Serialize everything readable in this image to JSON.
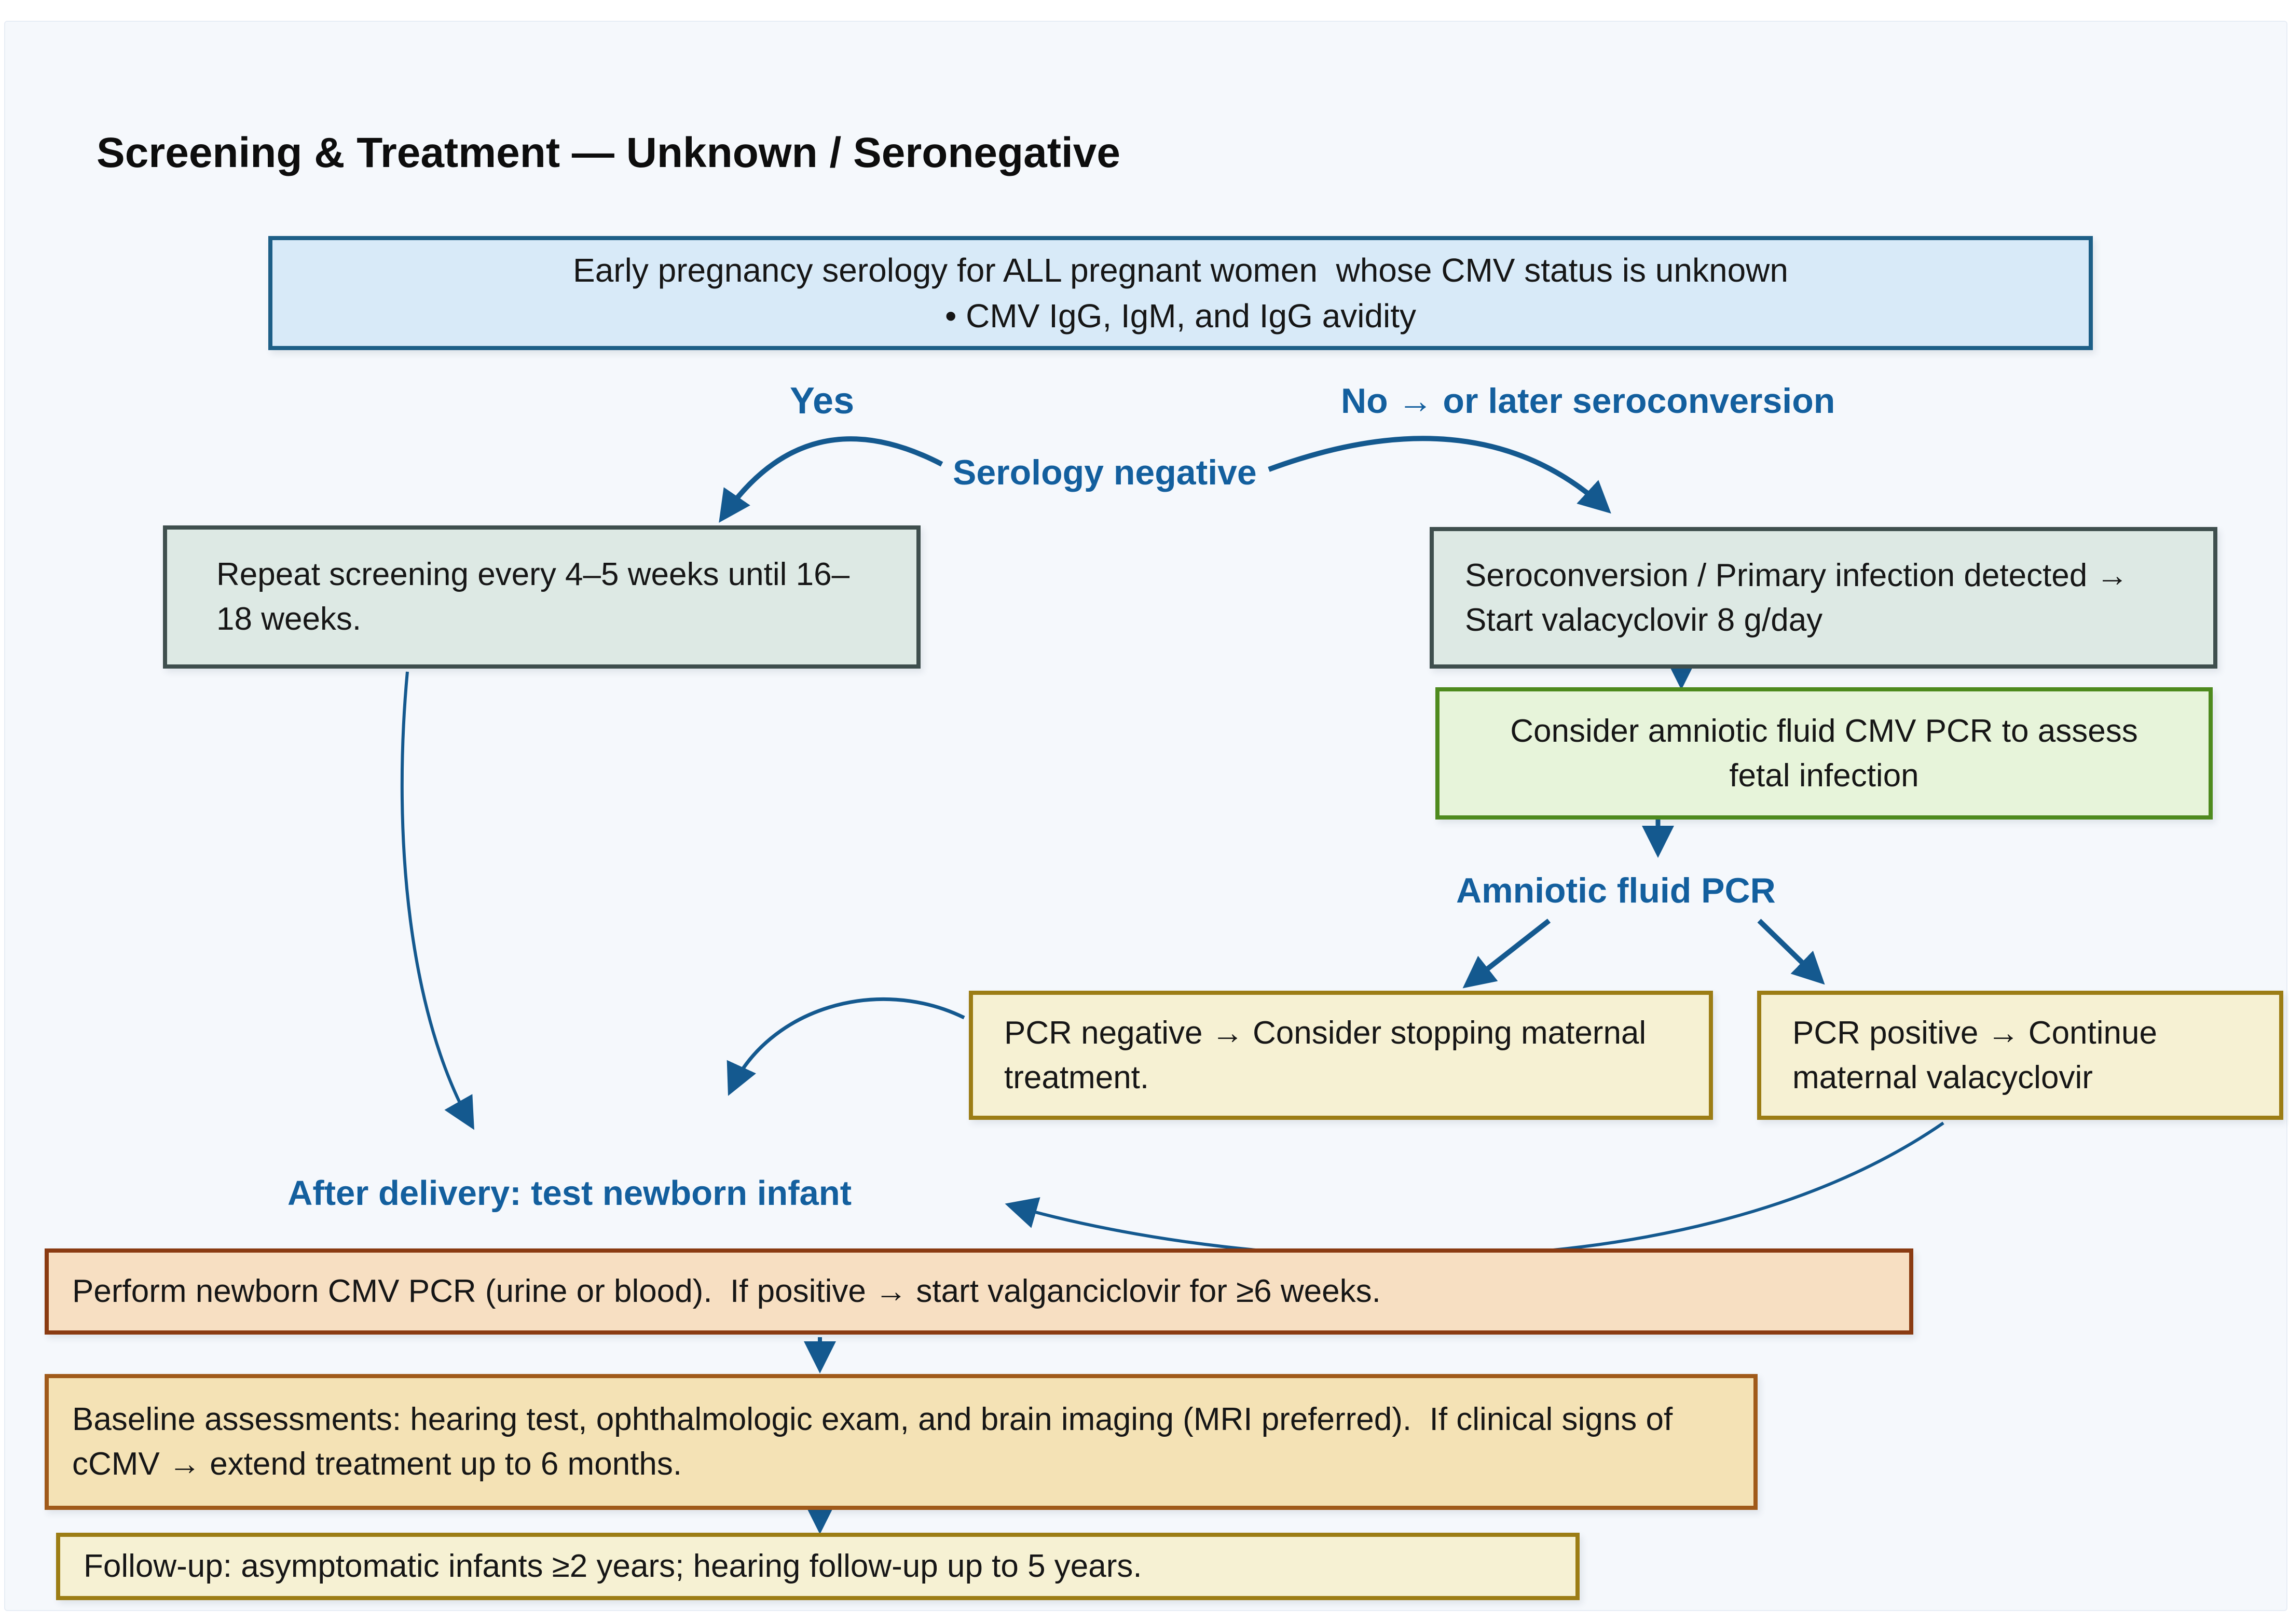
{
  "title": "Screening & Treatment — Unknown / Seronegative",
  "palette": {
    "canvas_bg": "#f5f8fc",
    "arrow_blue": "#14598f",
    "label_blue": "#135f9e",
    "serology_box_fill": "#d8eaf8",
    "serology_box_border": "#1d5f87",
    "screening_box_fill": "#dde9e4",
    "screening_box_border": "#3f4f4e",
    "amnio_box_fill": "#e7f4da",
    "amnio_box_border": "#4e8a1e",
    "pcr_box_fill": "#f6f1d3",
    "pcr_box_border": "#9c7d15",
    "newborn_box_fill": "#f7dfc2",
    "newborn_box_border": "#8a3b12",
    "baseline_box_fill": "#f4e2b5",
    "baseline_box_border": "#a05a1a"
  },
  "labels": {
    "yes": "Yes",
    "no": "No → or later seroconversion",
    "serology_negative": "Serology negative",
    "amniotic_pcr": "Amniotic fluid PCR",
    "after_delivery": "After delivery: test newborn infant"
  },
  "nodes": {
    "serology": {
      "line1": "Early pregnancy serology for ALL pregnant women  whose CMV status is unknown",
      "line2": "• CMV IgG, IgM, and IgG avidity"
    },
    "repeat_screening": "Repeat screening every 4–5 weeks until 16–18 weeks.",
    "seroconversion": "Seroconversion / Primary infection detected → Start valacyclovir 8 g/day",
    "amnio_consider": "Consider amniotic fluid CMV PCR to assess fetal infection",
    "pcr_negative": "PCR negative → Consider stopping maternal treatment.",
    "pcr_positive": "PCR positive → Continue maternal valacyclovir",
    "newborn": "Perform newborn CMV PCR (urine or blood).  If positive → start valganciclovir for ≥6 weeks.",
    "baseline": "Baseline assessments: hearing test, ophthalmologic exam, and brain imaging (MRI preferred).  If clinical signs of cCMV → extend treatment up to 6 months.",
    "followup": "Follow-up: asymptomatic infants ≥2 years; hearing follow-up up to 5 years."
  }
}
